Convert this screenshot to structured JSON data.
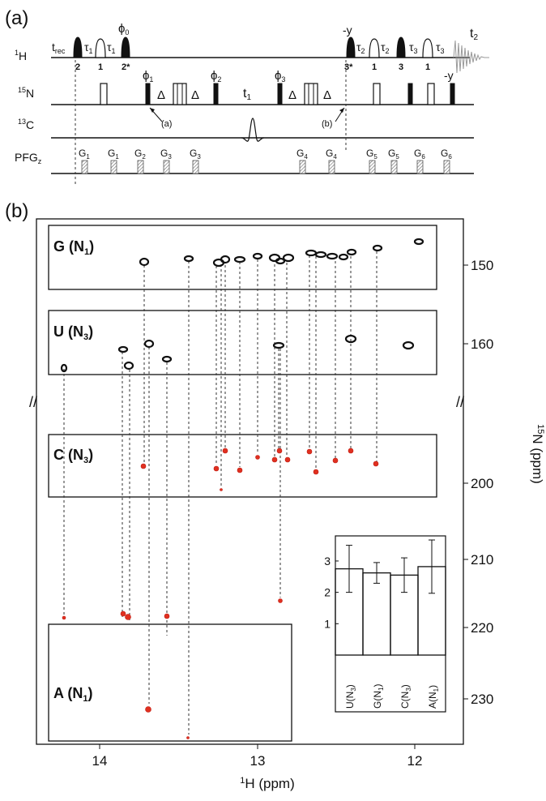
{
  "panel_a": {
    "label": "(a)",
    "channels": [
      {
        "id": "1H",
        "sup": "1",
        "base": "H"
      },
      {
        "id": "15N",
        "sup": "15",
        "base": "N"
      },
      {
        "id": "13C",
        "sup": "13",
        "base": "C"
      },
      {
        "id": "PFG",
        "base": "PFG",
        "sub": "z"
      }
    ],
    "labels": {
      "t_rec": "t",
      "t_rec_sub": "rec",
      "tau": "τ",
      "sub1": "1",
      "sub2": "2",
      "sub3": "3",
      "phi": "ϕ",
      "phi0": "0",
      "phi1": "1",
      "phi2": "2",
      "phi3": "3",
      "delta": "Δ",
      "t1": "t",
      "t1_sub": "1",
      "t2": "t",
      "t2_sub": "2",
      "minus_y": "-y",
      "ref_a": "(a)",
      "ref_b": "(b)",
      "g": "G"
    },
    "h_pulse_numbers": [
      "2",
      "1",
      "2*",
      "3*",
      "1",
      "3",
      "1"
    ],
    "gradients": [
      "1",
      "1",
      "2",
      "3",
      "3",
      "4",
      "4",
      "5",
      "5",
      "6",
      "6"
    ]
  },
  "panel_b": {
    "label": "(b)",
    "box_labels": [
      {
        "base": "G (N",
        "sub": "1",
        "close": ")"
      },
      {
        "base": "U (N",
        "sub": "3",
        "close": ")"
      },
      {
        "base": "C (N",
        "sub": "3",
        "close": ")"
      },
      {
        "base": "A (N",
        "sub": "1",
        "close": ")"
      }
    ],
    "break_mark": "//",
    "x_axis": {
      "label_sup": "1",
      "label_base": "H (ppm)",
      "ticks": [
        "14",
        "13",
        "12"
      ]
    },
    "y_axis": {
      "label_sup": "15",
      "label_base": "N (ppm)",
      "ticks": [
        "150",
        "160",
        "200",
        "210",
        "220",
        "230"
      ]
    }
  },
  "chart_data": {
    "type": "bar",
    "categories": [
      {
        "base": "U(N",
        "sub": "3",
        "close": ")"
      },
      {
        "base": "G(N",
        "sub": "1",
        "close": ")"
      },
      {
        "base": "C(N",
        "sub": "3",
        "close": ")"
      },
      {
        "base": "A(N",
        "sub": "1",
        "close": ")"
      }
    ],
    "values": [
      2.75,
      2.62,
      2.55,
      2.82
    ],
    "errors": [
      0.75,
      0.33,
      0.55,
      0.85
    ],
    "ylim": [
      0,
      3.8
    ],
    "yticks": [
      "1",
      "2",
      "3"
    ],
    "grid": false
  }
}
